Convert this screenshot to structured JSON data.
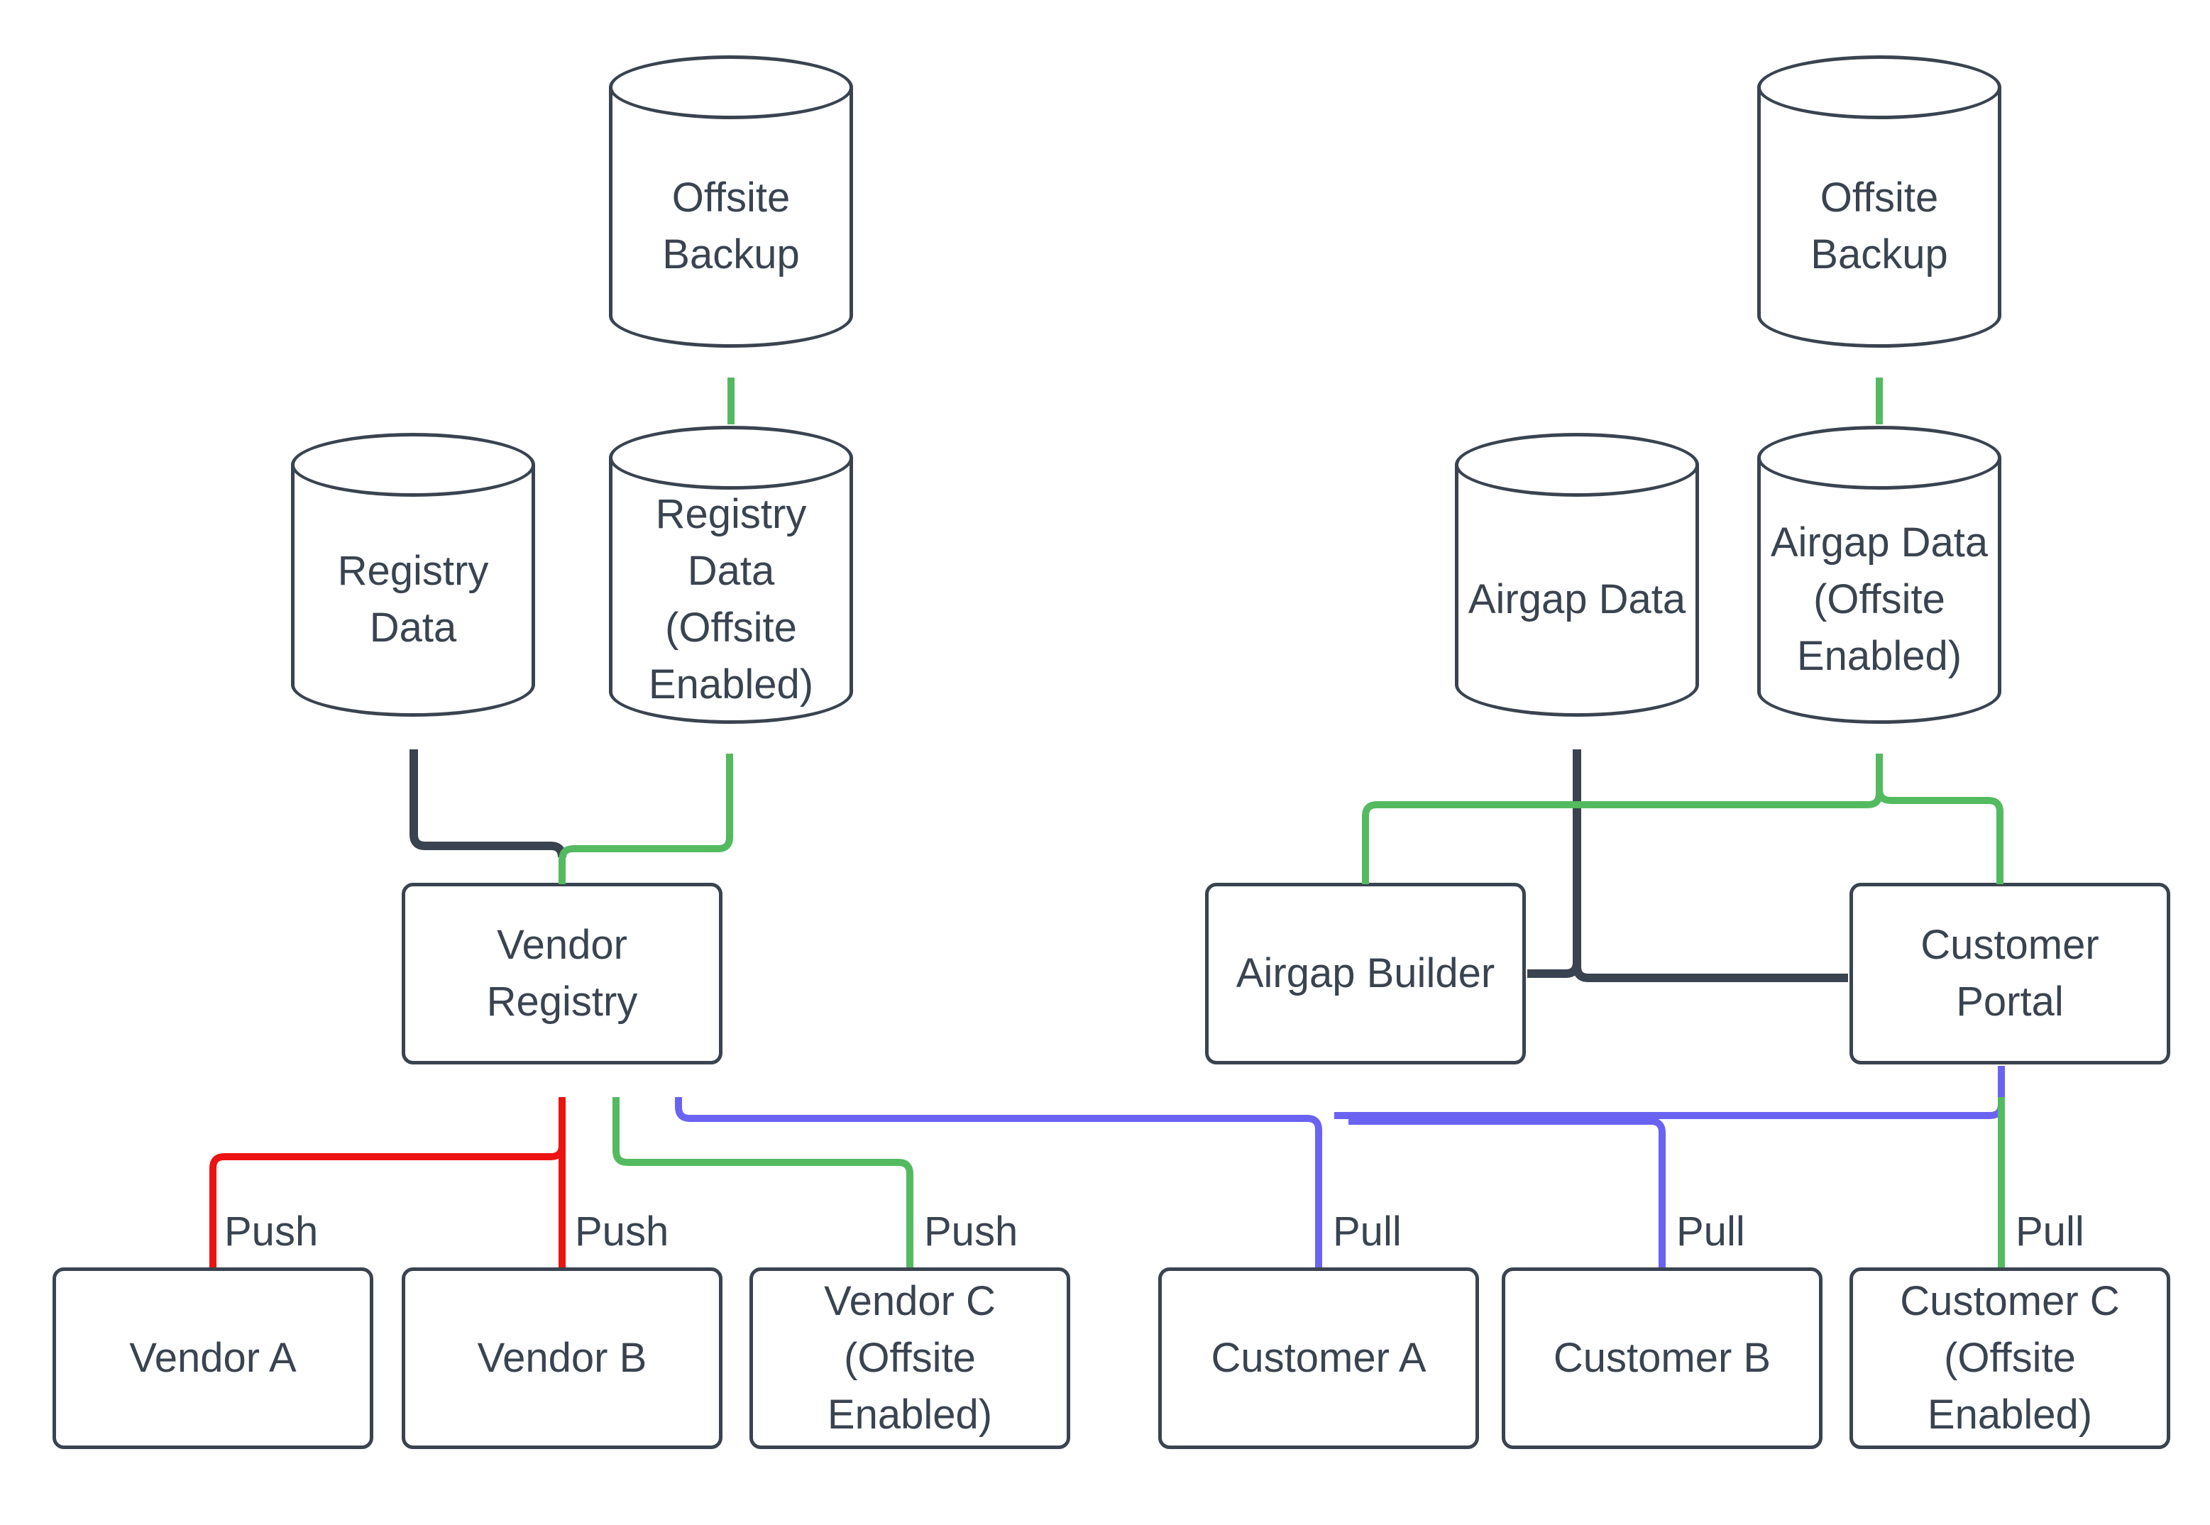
{
  "diagram": {
    "nodes": {
      "offsite_backup_left": "Offsite Backup",
      "registry_data": "Registry Data",
      "registry_data_offsite": "Registry Data (Offsite Enabled)",
      "vendor_registry": "Vendor Registry",
      "vendor_a": "Vendor A",
      "vendor_b": "Vendor B",
      "vendor_c": "Vendor C (Offsite Enabled)",
      "offsite_backup_right": "Offsite Backup",
      "airgap_data": "Airgap Data",
      "airgap_data_offsite": "Airgap Data (Offsite Enabled)",
      "airgap_builder": "Airgap Builder",
      "customer_portal": "Customer Portal",
      "customer_a": "Customer A",
      "customer_b": "Customer B",
      "customer_c": "Customer C (Offsite Enabled)"
    },
    "edge_labels": {
      "push_a": "Push",
      "push_b": "Push",
      "push_c": "Push",
      "pull_a": "Pull",
      "pull_b": "Pull",
      "pull_c": "Pull"
    },
    "edges": [
      {
        "from": "Vendor Registry",
        "to": "Registry Data",
        "color": "dark"
      },
      {
        "from": "Vendor Registry",
        "to": "Registry Data (Offsite Enabled)",
        "color": "green"
      },
      {
        "from": "Registry Data (Offsite Enabled)",
        "to": "Offsite Backup",
        "color": "green"
      },
      {
        "from": "Vendor A",
        "to": "Vendor Registry",
        "color": "red",
        "label": "Push"
      },
      {
        "from": "Vendor B",
        "to": "Vendor Registry",
        "color": "red",
        "label": "Push"
      },
      {
        "from": "Vendor C (Offsite Enabled)",
        "to": "Vendor Registry",
        "color": "green",
        "label": "Push"
      },
      {
        "from": "Customer A",
        "to": "Vendor Registry",
        "color": "blue",
        "label": "Pull"
      },
      {
        "from": "Customer B",
        "to": "Vendor Registry",
        "color": "blue",
        "label": "Pull"
      },
      {
        "from": "Customer Portal",
        "to": "Vendor Registry",
        "color": "blue"
      },
      {
        "from": "Customer C (Offsite Enabled)",
        "to": "Customer Portal",
        "color": "green",
        "label": "Pull"
      },
      {
        "from": "Airgap Builder",
        "to": "Airgap Data",
        "color": "dark"
      },
      {
        "from": "Customer Portal",
        "to": "Airgap Data",
        "color": "dark"
      },
      {
        "from": "Airgap Builder",
        "to": "Airgap Data (Offsite Enabled)",
        "color": "green"
      },
      {
        "from": "Customer Portal",
        "to": "Airgap Data (Offsite Enabled)",
        "color": "green"
      },
      {
        "from": "Airgap Data (Offsite Enabled)",
        "to": "Offsite Backup",
        "color": "green"
      }
    ],
    "colors": {
      "dark": "#3A4350",
      "red": "#EC1313",
      "green": "#54BA60",
      "blue": "#6A63F2",
      "text": "#3A4350",
      "bg": "#FFFFFF"
    }
  }
}
